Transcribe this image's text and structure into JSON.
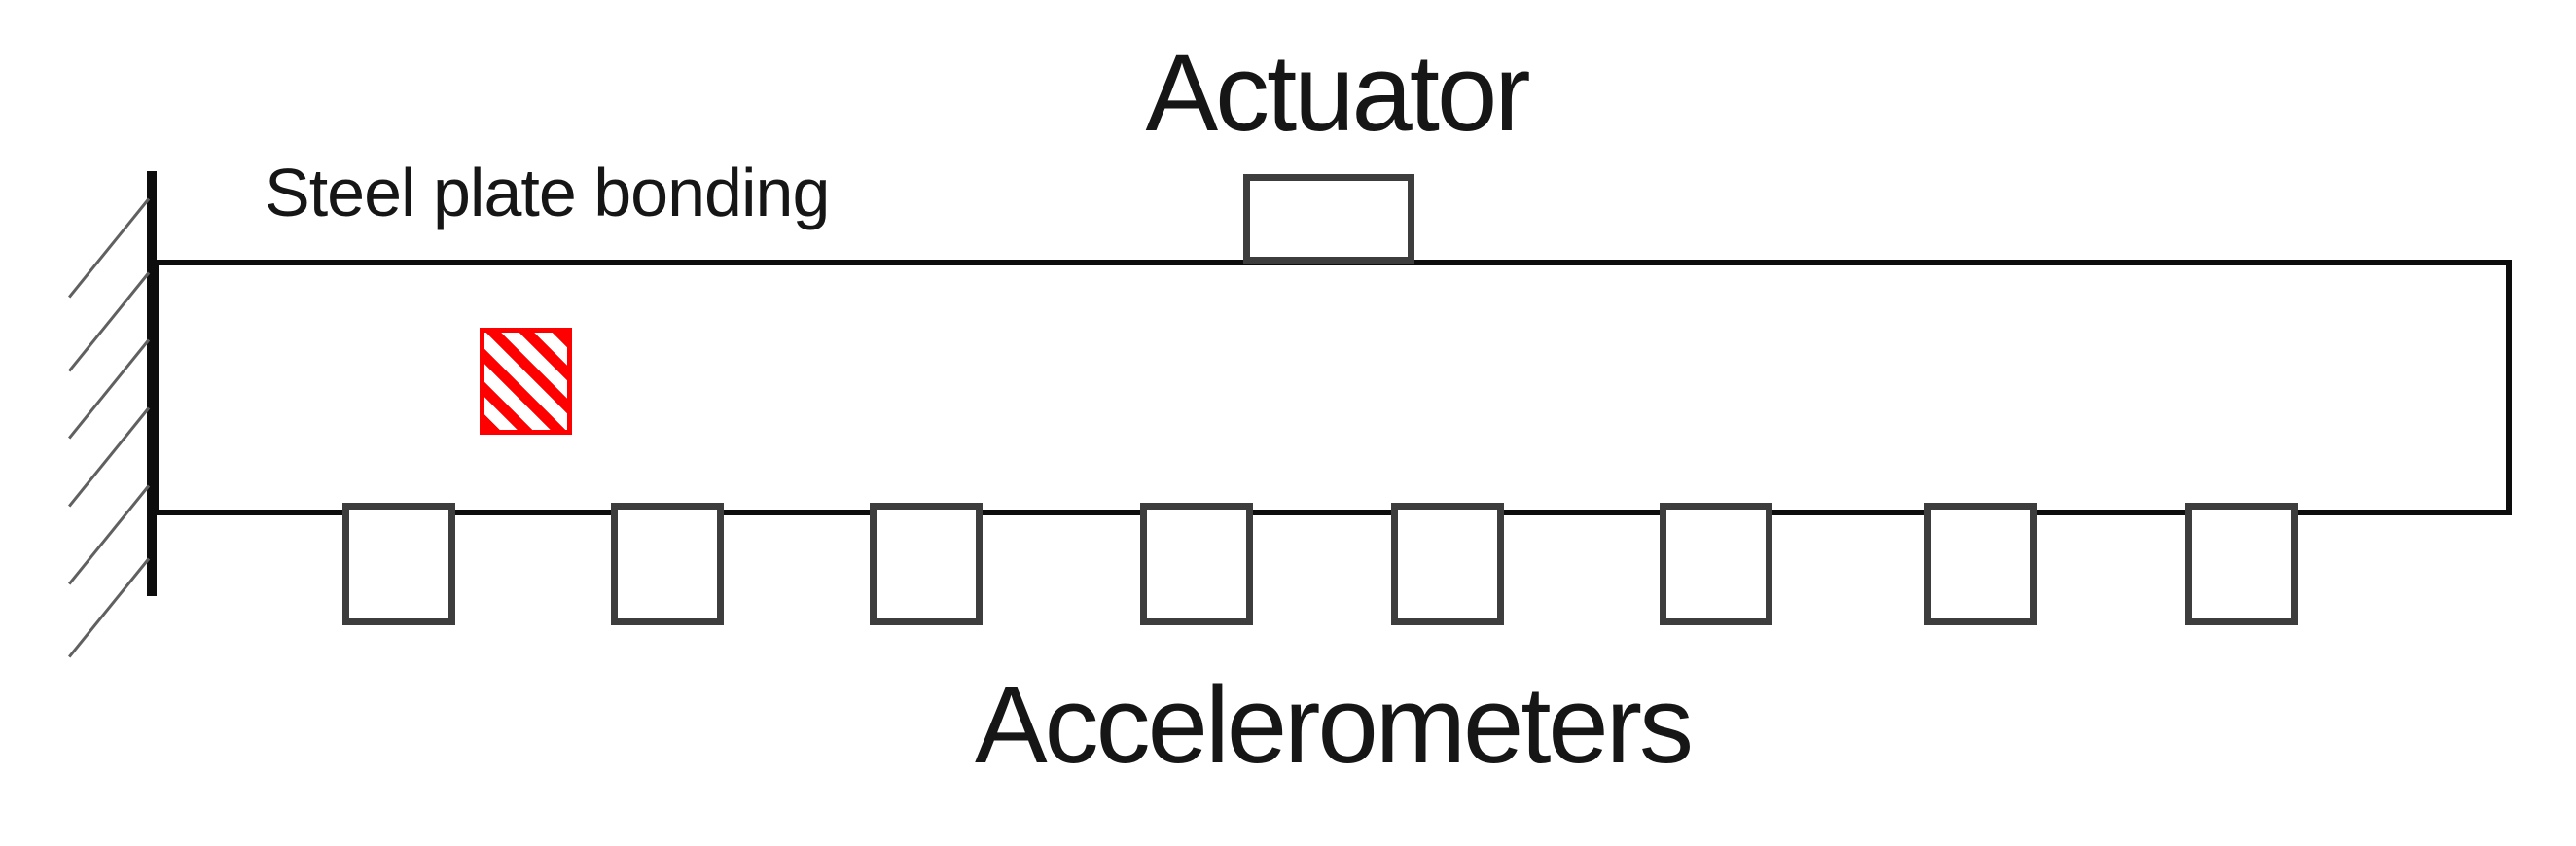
{
  "diagram": {
    "actuator_label": "Actuator",
    "steel_plate_label": "Steel plate bonding",
    "accelerometers_label": "Accelerometers",
    "colors": {
      "background": "#ffffff",
      "beam_outline": "#0d0d0d",
      "component_outline": "#3d3d3d",
      "support_hatch_gray": "#606060",
      "damage_red": "#fe0000",
      "text": "#161616"
    },
    "accelerometers": {
      "count": 8,
      "x_positions": [
        352,
        628,
        894,
        1172,
        1430,
        1706,
        1978,
        2246
      ]
    },
    "fixed_support": {
      "hatch_count": 6,
      "hatch_contact_y": [
        205,
        281,
        350,
        420,
        500,
        575
      ]
    }
  }
}
